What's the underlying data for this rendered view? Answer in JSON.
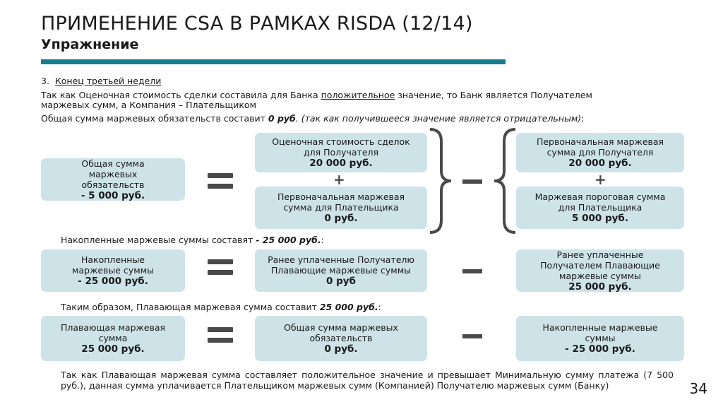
{
  "header": {
    "title": "ПРИМЕНЕНИЕ CSA В РАМКАХ RISDA (12/14)",
    "subtitle": "Упражнение"
  },
  "section": {
    "num": "3.",
    "heading": "Конец третьей недели"
  },
  "intro": {
    "l1_a": "Так как  Оценочная стоимость сделки составила для Банка ",
    "l1_u": "положительное",
    "l1_b": " значение, то Банк является Получателем",
    "l2": "маржевых сумм, а Компания – Плательщиком",
    "l3_a": "Общая  сумма маржевых обязательств составит ",
    "l3_b": "0 руб",
    "l3_c": ". (так как получившееся значение является отрицательным)",
    "l3_d": ":"
  },
  "row1": {
    "left": {
      "label": "Общая сумма маржевых обязательств",
      "value": "- 5 000 руб."
    },
    "mid_top": {
      "label": "Оценочная стоимость сделок для Получателя",
      "value": "20 000 руб."
    },
    "mid_bot": {
      "label": "Первоначальная маржевая сумма для Плательщика",
      "value": "0 руб."
    },
    "right_top": {
      "label": "Первоначальная маржевая сумма для Получателя",
      "value": "20 000 руб."
    },
    "right_bot": {
      "label": "Маржевая пороговая сумма для Плательщика",
      "value": "5 000 руб."
    }
  },
  "line2": {
    "a": "Накопленные маржевые суммы составят ",
    "b": "- 25 000 руб.",
    "c": ":"
  },
  "row2": {
    "left": {
      "label": "Накопленные маржевые суммы",
      "value": "- 25 000 руб."
    },
    "mid": {
      "label": "Ранее уплаченные Получателю Плавающие маржевые суммы",
      "value": "0 руб"
    },
    "right": {
      "label": "Ранее уплаченные Получателем Плавающие маржевые суммы",
      "value": "25 000 руб."
    }
  },
  "line3": {
    "a": "Таким образом, Плавающая маржевая сумма составит ",
    "b": "25 000 руб.",
    "c": ":"
  },
  "row3": {
    "left": {
      "label": "Плавающая маржевая сумма",
      "value": "25 000 руб."
    },
    "mid": {
      "label": "Общая сумма маржевых обязательств",
      "value": "0 руб."
    },
    "right": {
      "label": "Накопленные маржевые суммы",
      "value": "- 25 000 руб."
    }
  },
  "conclusion": "Так как Плавающая маржевая сумма составляет положительное значение и превышает Минимальную сумму платежа (7 500 руб.), данная сумма уплачивается Плательщиком маржевых сумм (Компанией) Получателю маржевых сумм (Банку)",
  "page_number": "34"
}
